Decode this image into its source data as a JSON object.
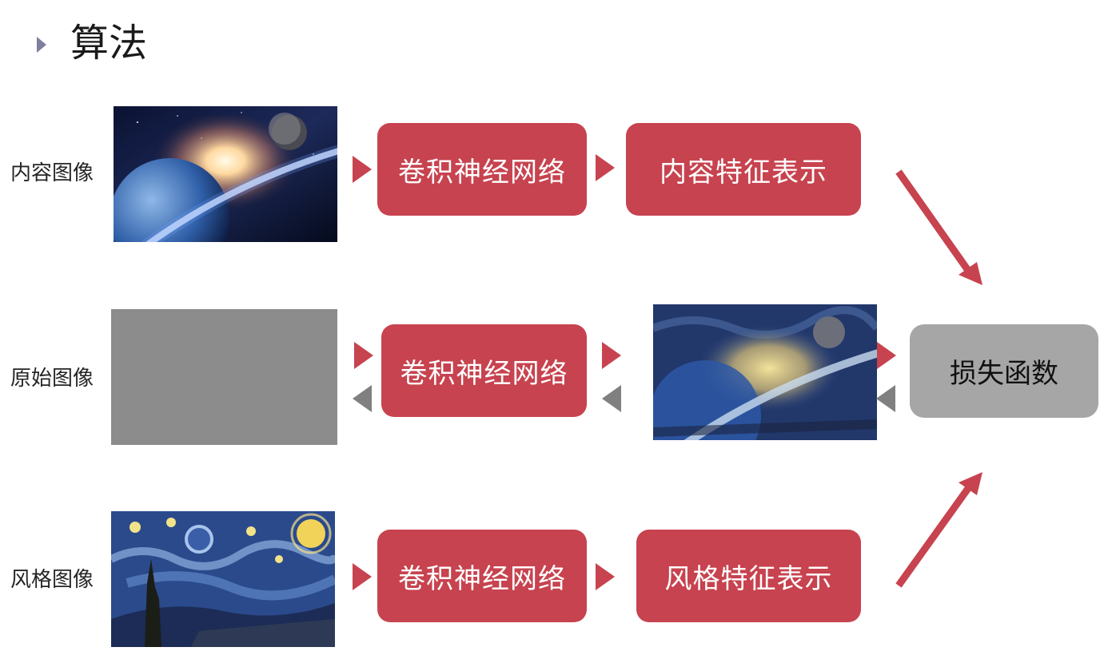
{
  "title": "算法",
  "rows": {
    "content": {
      "label": "内容图像",
      "cnn": "卷积神经网络",
      "feature": "内容特征表示"
    },
    "original": {
      "label": "原始图像",
      "cnn": "卷积神经网络"
    },
    "style": {
      "label": "风格图像",
      "cnn": "卷积神经网络",
      "feature": "风格特征表示"
    }
  },
  "loss_function": "损失函数",
  "colors": {
    "box_red": "#c7434f",
    "box_gray": "#a6a6a6",
    "arrow_back": "#808080",
    "title_bullet": "#7d7f9c"
  },
  "icons": {
    "title_bullet": "triangle-right",
    "forward_arrow": "triangle-right",
    "backward_arrow": "triangle-left"
  }
}
